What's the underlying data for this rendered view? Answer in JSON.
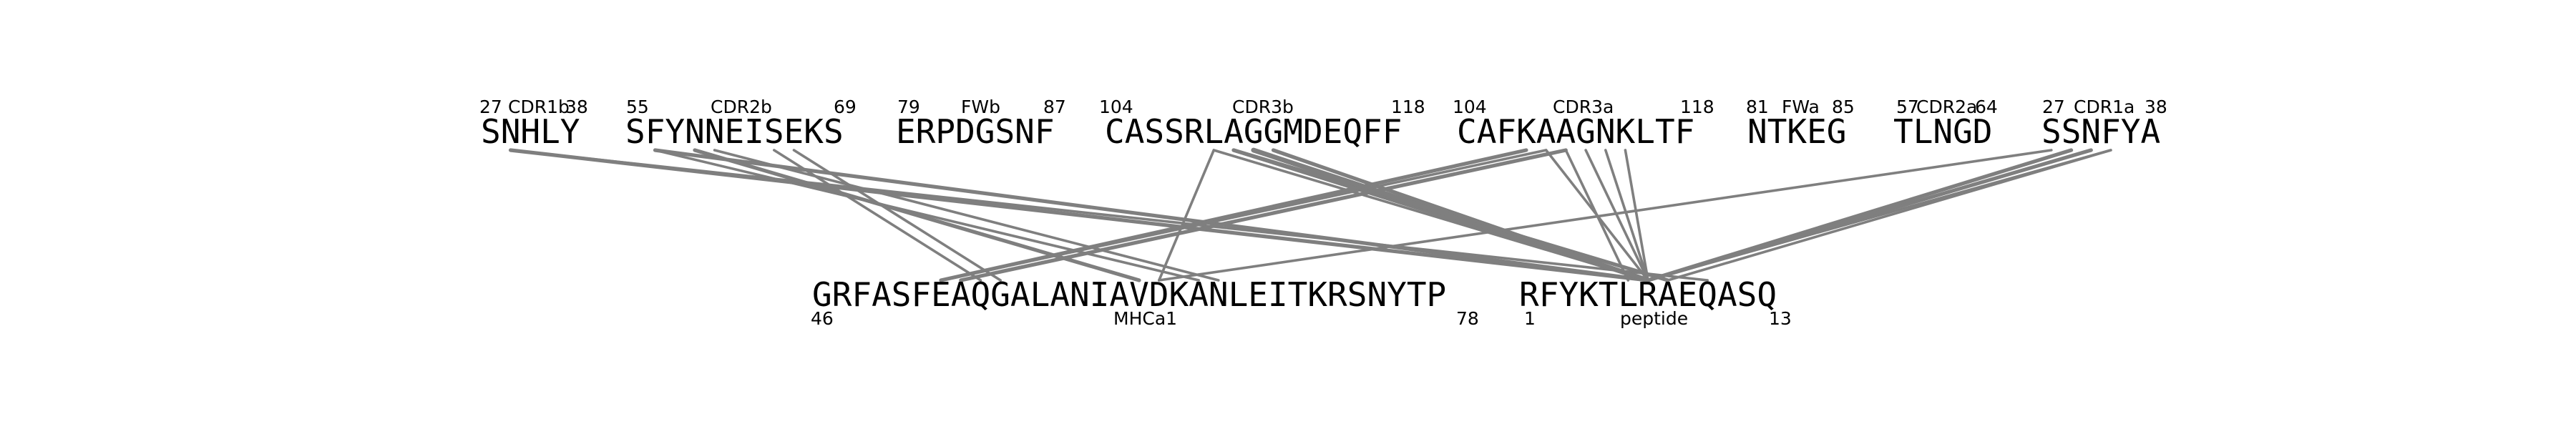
{
  "diagram": {
    "line_color": "#7f7f7f",
    "top_segments": [
      {
        "id": "CDR1b",
        "sequence": "SNHLY",
        "label": "CDR1b",
        "start": "27",
        "end": "38"
      },
      {
        "id": "CDR2b",
        "sequence": "SFYNNEISEKS",
        "label": "CDR2b",
        "start": "55",
        "end": "69"
      },
      {
        "id": "FWb",
        "sequence": "ERPDGSNF",
        "label": "FWb",
        "start": "79",
        "end": "87"
      },
      {
        "id": "CDR3b",
        "sequence": "CASSRLAGGMDEQFF",
        "label": "CDR3b",
        "start": "104",
        "end": "118"
      },
      {
        "id": "CDR3a",
        "sequence": "CAFKAAGNKLTF",
        "label": "CDR3a",
        "start": "104",
        "end": "118"
      },
      {
        "id": "FWa",
        "sequence": "NTKEG",
        "label": "FWa",
        "start": "81",
        "end": "85"
      },
      {
        "id": "CDR2a",
        "sequence": "TLNGD",
        "label": "CDR2a",
        "start": "57",
        "end": "64"
      },
      {
        "id": "CDR1a",
        "sequence": "SSNFYA",
        "label": "CDR1a",
        "start": "27",
        "end": "38"
      }
    ],
    "bottom_segments": [
      {
        "id": "MHCa1",
        "sequence": "GRFASFEAQGALANIAVDKANLEITKRSNYTP",
        "label": "MHCa1",
        "start": "46",
        "end": "78"
      },
      {
        "id": "peptide",
        "sequence": "RFYKTLRAEQASQ",
        "label": "peptide",
        "start": "1",
        "end": "13"
      }
    ],
    "contacts": [
      {
        "from": "CDR1b",
        "fi": 1,
        "to": "peptide",
        "ti": 6,
        "weight": 2
      },
      {
        "from": "CDR1b",
        "fi": 1,
        "to": "peptide",
        "ti": 9,
        "weight": 1
      },
      {
        "from": "CDR2b",
        "fi": 1,
        "to": "peptide",
        "ti": 6,
        "weight": 2
      },
      {
        "from": "CDR2b",
        "fi": 1,
        "to": "MHCa1",
        "ti": 19,
        "weight": 1
      },
      {
        "from": "CDR2b",
        "fi": 3,
        "to": "MHCa1",
        "ti": 16,
        "weight": 2
      },
      {
        "from": "CDR2b",
        "fi": 4,
        "to": "MHCa1",
        "ti": 20,
        "weight": 1
      },
      {
        "from": "CDR2b",
        "fi": 7,
        "to": "MHCa1",
        "ti": 8,
        "weight": 1
      },
      {
        "from": "CDR2b",
        "fi": 8,
        "to": "MHCa1",
        "ti": 9,
        "weight": 1
      },
      {
        "from": "CDR3b",
        "fi": 5,
        "to": "MHCa1",
        "ti": 17,
        "weight": 1
      },
      {
        "from": "CDR3b",
        "fi": 5,
        "to": "peptide",
        "ti": 6,
        "weight": 1
      },
      {
        "from": "CDR3b",
        "fi": 6,
        "to": "peptide",
        "ti": 6,
        "weight": 2
      },
      {
        "from": "CDR3b",
        "fi": 6,
        "to": "peptide",
        "ti": 7,
        "weight": 2
      },
      {
        "from": "CDR3b",
        "fi": 7,
        "to": "peptide",
        "ti": 6,
        "weight": 3
      },
      {
        "from": "CDR3b",
        "fi": 8,
        "to": "peptide",
        "ti": 6,
        "weight": 2
      },
      {
        "from": "CDR3a",
        "fi": 3,
        "to": "MHCa1",
        "ti": 6,
        "weight": 2
      },
      {
        "from": "CDR3a",
        "fi": 4,
        "to": "MHCa1",
        "ti": 6,
        "weight": 1
      },
      {
        "from": "CDR3a",
        "fi": 4,
        "to": "peptide",
        "ti": 6,
        "weight": 1
      },
      {
        "from": "CDR3a",
        "fi": 5,
        "to": "MHCa1",
        "ti": 7,
        "weight": 2
      },
      {
        "from": "CDR3a",
        "fi": 5,
        "to": "peptide",
        "ti": 5,
        "weight": 1
      },
      {
        "from": "CDR3a",
        "fi": 6,
        "to": "peptide",
        "ti": 6,
        "weight": 1
      },
      {
        "from": "CDR3a",
        "fi": 7,
        "to": "peptide",
        "ti": 6,
        "weight": 1
      },
      {
        "from": "CDR3a",
        "fi": 8,
        "to": "peptide",
        "ti": 6,
        "weight": 1
      },
      {
        "from": "CDR1a",
        "fi": 0,
        "to": "MHCa1",
        "ti": 17,
        "weight": 1
      },
      {
        "from": "CDR1a",
        "fi": 1,
        "to": "peptide",
        "ti": 6,
        "weight": 2
      },
      {
        "from": "CDR1a",
        "fi": 2,
        "to": "peptide",
        "ti": 6,
        "weight": 2
      },
      {
        "from": "CDR1a",
        "fi": 3,
        "to": "peptide",
        "ti": 6,
        "weight": 1
      },
      {
        "from": "CDR1a",
        "fi": 3,
        "to": "peptide",
        "ti": 7,
        "weight": 1
      }
    ]
  }
}
